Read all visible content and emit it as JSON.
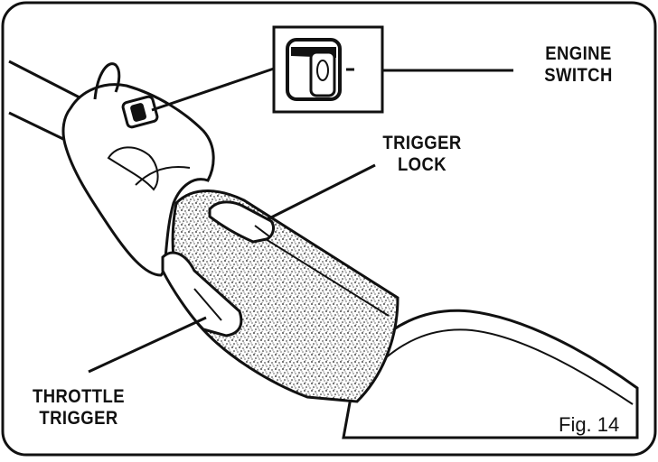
{
  "labels": {
    "engine_switch": [
      "ENGINE",
      "SWITCH"
    ],
    "trigger_lock": [
      "TRIGGER",
      "LOCK"
    ],
    "throttle_trigger": [
      "THROTTLE",
      "TRIGGER"
    ]
  },
  "figure_number": "Fig. 14",
  "colors": {
    "line": "#111111",
    "background": "#ffffff",
    "grip_fill": "#e6e6e6"
  }
}
